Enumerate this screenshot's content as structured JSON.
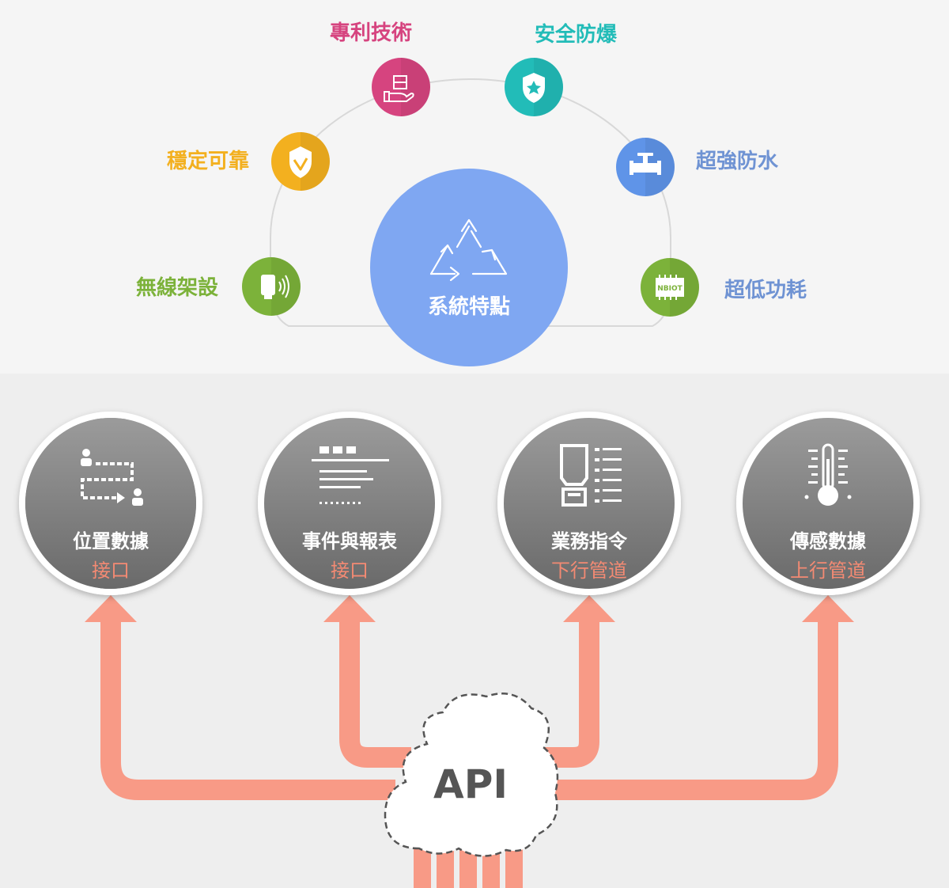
{
  "features": {
    "center": {
      "label": "系統特點"
    },
    "items": [
      {
        "label": "專利技術",
        "color": "#d6447f",
        "icon": "server-hand-icon"
      },
      {
        "label": "安全防爆",
        "color": "#22bcb8",
        "icon": "shield-star-icon"
      },
      {
        "label": "穩定可靠",
        "color": "#f3b01f",
        "icon": "shield-check-icon"
      },
      {
        "label": "超強防水",
        "color": "#5f94e8",
        "icon": "water-valve-icon"
      },
      {
        "label": "無線架設",
        "color": "#7cb23a",
        "icon": "wireless-dongle-icon"
      },
      {
        "label": "超低功耗",
        "color": "#7cb23a",
        "label_color": "#6f93d3",
        "icon": "nbiot-chip-icon",
        "chip_text": "NBIOT"
      }
    ],
    "center_color": "#7fa7f2"
  },
  "interfaces": [
    {
      "title": "位置數據",
      "subtitle": "接口",
      "icon": "route-location-icon"
    },
    {
      "title": "事件與報表",
      "subtitle": "接口",
      "icon": "report-list-icon"
    },
    {
      "title": "業務指令",
      "subtitle": "下行管道",
      "icon": "command-panel-icon"
    },
    {
      "title": "傳感數據",
      "subtitle": "上行管道",
      "icon": "thermometer-icon"
    }
  ],
  "api": {
    "label": "API"
  },
  "colors": {
    "arrow": "#f89a86",
    "subtitle": "#f38a73",
    "node_gray": "#7d7d7d"
  }
}
